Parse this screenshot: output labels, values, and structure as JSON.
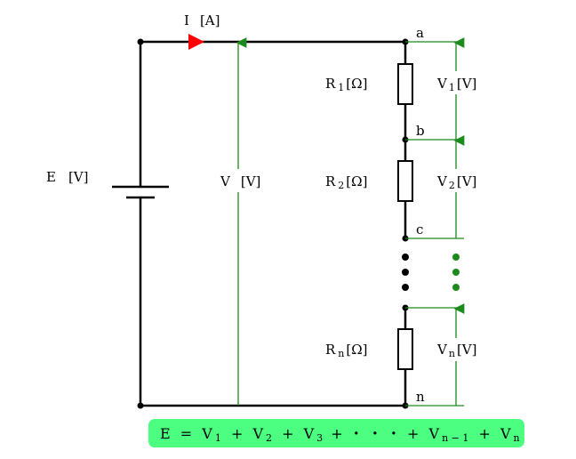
{
  "circuit": {
    "current_label": "I",
    "current_unit": "[A]",
    "source_label": "E",
    "source_unit": "[V]",
    "total_voltage_label": "V",
    "total_voltage_unit": "[V]",
    "nodes": [
      "a",
      "b",
      "c",
      "n"
    ],
    "resistors": [
      {
        "symbol": "R",
        "sub": "1",
        "unit": "[Ω]"
      },
      {
        "symbol": "R",
        "sub": "2",
        "unit": "[Ω]"
      },
      {
        "symbol": "R",
        "sub": "n",
        "unit": "[Ω]"
      }
    ],
    "voltages": [
      {
        "symbol": "V",
        "sub": "1",
        "unit": "[V]"
      },
      {
        "symbol": "V",
        "sub": "2",
        "unit": "[V]"
      },
      {
        "symbol": "V",
        "sub": "n",
        "unit": "[V]"
      }
    ]
  },
  "equation": {
    "lhs": "E",
    "eq": "=",
    "term1": "V",
    "sub1": "1",
    "plus1": "+",
    "term2": "V",
    "sub2": "2",
    "plus2": "+",
    "term3": "V",
    "sub3": "3",
    "plus3": "+",
    "dots": "・ ・ ・",
    "plus4": "+",
    "term4": "V",
    "sub4": "n − 1",
    "plus5": "+",
    "term5": "V",
    "sub5": "n"
  },
  "colors": {
    "wire": "#000000",
    "current_arrow": "#ff0000",
    "voltage": "#1a8a1a",
    "equation_bg": "#4dff80"
  }
}
